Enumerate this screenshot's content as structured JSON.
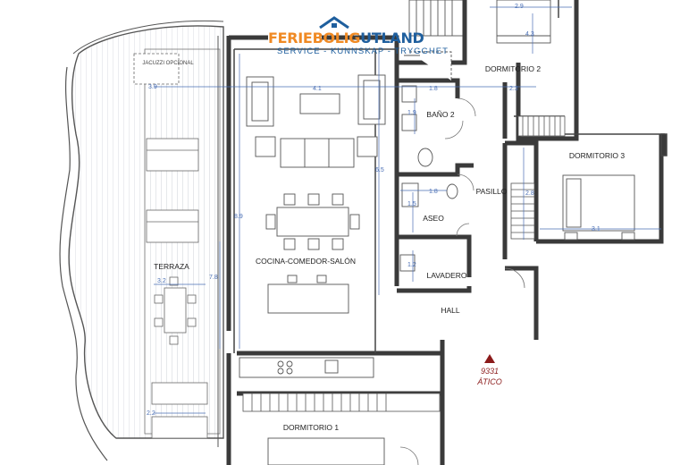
{
  "logo": {
    "brand_part1": "FERIEBOLIG",
    "brand_part2": "UTLAND",
    "tagline": "SERVICE - KUNNSKAP - TRYGGHET",
    "colors": {
      "orange": "#f08a24",
      "blue": "#1f5f9e"
    }
  },
  "rooms": {
    "terraza": "TERRAZA",
    "jacuzzi": "JACUZZI OPCIONAL",
    "cocina": "COCINA-COMEDOR-SALÓN",
    "dormitorio1": "DORMITORIO 1",
    "dormitorio2": "DORMITORIO 2",
    "dormitorio3": "DORMITORIO 3",
    "bano2": "BAÑO 2",
    "pasillo": "PASILLO",
    "aseo": "ASEO",
    "lavadero": "LAVADERO",
    "hall": "HALL"
  },
  "unit": {
    "number": "9331",
    "name": "ÁTICO",
    "marker_color": "#8b1a1a"
  },
  "dimensions": {
    "terr_w": "3.9",
    "terr_mid": "3.2",
    "terr_len": "7.8",
    "terr_bottom": "2.2",
    "salon_w": "4.1",
    "salon_d1": "6.5",
    "salon_d2": "8.9",
    "d2_w": "2.9",
    "d2_d": "4.3",
    "d2_w2": "2.3",
    "bano_w": "1.8",
    "bano_d": "1.9",
    "aseo_w": "1.8",
    "aseo_d": "1.5",
    "lav_d": "1.2",
    "d3_d": "2.8",
    "d3_w": "3.1"
  }
}
